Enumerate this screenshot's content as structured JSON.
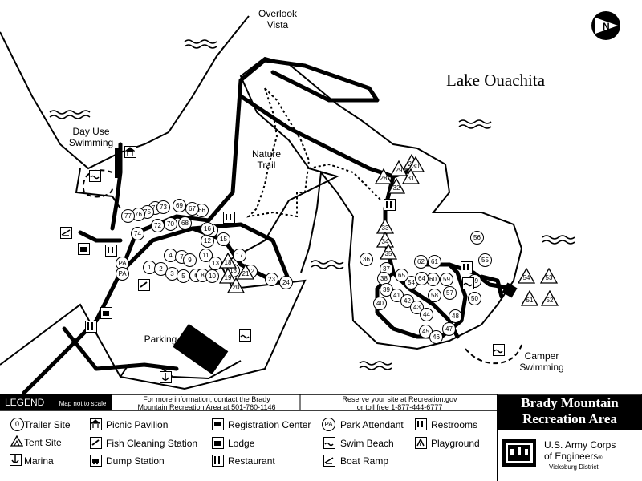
{
  "map": {
    "lake_name": "Lake Ouachita",
    "labels": {
      "overlook": "Overlook",
      "vista": "Vista",
      "day_use": "Day Use",
      "day_use_swimming": "Swimming",
      "nature": "Nature",
      "trail": "Trail",
      "parking": "Parking",
      "camper": "Camper",
      "camper_swimming": "Swimming"
    },
    "trailer_sites": [
      "1",
      "2",
      "3",
      "4",
      "5",
      "6",
      "7",
      "8",
      "9",
      "10",
      "11",
      "12",
      "13",
      "14",
      "15",
      "16",
      "17",
      "18",
      "22",
      "23",
      "24",
      "36",
      "37",
      "38",
      "39",
      "40",
      "41",
      "42",
      "43",
      "44",
      "45",
      "46",
      "47",
      "48",
      "49",
      "50",
      "54",
      "55",
      "56",
      "57",
      "58",
      "59",
      "60",
      "61",
      "62",
      "64",
      "65",
      "66",
      "67",
      "68",
      "69",
      "70",
      "71",
      "72",
      "73",
      "74",
      "75",
      "76",
      "77"
    ],
    "tent_sites": [
      "18",
      "19",
      "20",
      "21",
      "26",
      "28",
      "29",
      "30",
      "31",
      "32",
      "33",
      "34",
      "35",
      "51",
      "52",
      "53",
      "54"
    ],
    "attendant_label": "PA"
  },
  "legend": {
    "title": "LEGEND",
    "scale_note": "Map not to scale",
    "info_line1": "For more information, contact the Brady",
    "info_line2": "Mountain Recreation Area at 501-760-1146",
    "reserve_line1": "Reserve your site at Recreation.gov",
    "reserve_line2": "or toll free 1-877-444-6777",
    "items": {
      "trailer_site": "Trailer Site",
      "tent_site": "Tent Site",
      "marina": "Marina",
      "picnic_pavilion": "Picnic Pavilion",
      "fish_cleaning": "Fish Cleaning Station",
      "dump_station": "Dump Station",
      "registration": "Registration Center",
      "lodge": "Lodge",
      "restaurant": "Restaurant",
      "park_attendant": "Park Attendant",
      "swim_beach": "Swim Beach",
      "boat_ramp": "Boat Ramp",
      "restrooms": "Restrooms",
      "playground": "Playground"
    },
    "symbols": {
      "trailer_site": "0",
      "park_attendant": "PA"
    },
    "area_title_line1": "Brady Mountain",
    "area_title_line2": "Recreation Area",
    "agency_line1": "U.S. Army Corps",
    "agency_line2": "of Engineers",
    "agency_mark": "®",
    "district": "Vicksburg District"
  }
}
